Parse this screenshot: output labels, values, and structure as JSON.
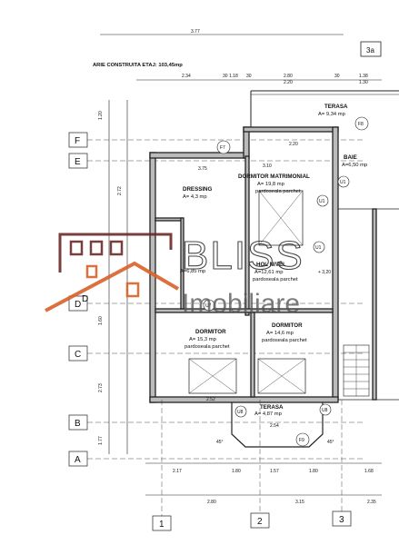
{
  "header": {
    "etaj_title": "ARIE CONSTRUITA ETAJ: 103,45mp",
    "label_3a": "3a"
  },
  "grid": {
    "rows": [
      "F",
      "E",
      "D",
      "C",
      "B",
      "A"
    ],
    "cols": [
      "1",
      "2",
      "3"
    ]
  },
  "rooms": {
    "dormitor_matrimonial": {
      "name": "DORMITOR MATRIMONIAL",
      "area": "A= 19,8 mp",
      "floor": "pardoseala parchet"
    },
    "dressing": {
      "name": "DRESSING",
      "area": "A= 4,3 mp"
    },
    "hol_nivel": {
      "name": "HOL NIVEL",
      "area": "A=12,61 mp",
      "floor": "pardoseala parchet"
    },
    "baie_mica": {
      "area": "A=6,85 mp"
    },
    "dormitor_1": {
      "name": "DORMITOR",
      "area": "A= 15,3 mp",
      "floor": "pardoseala parchet"
    },
    "dormitor_2": {
      "name": "DORMITOR",
      "area": "A= 14,6 mp",
      "floor": "pardoseala parchet"
    },
    "terasa_sus": {
      "name": "TERASA",
      "area": "A= 9,34 mp"
    },
    "terasa_jos": {
      "name": "TERASA",
      "area": "A= 4,87 mp"
    },
    "baie": {
      "name": "BAIE",
      "area": "A=6,50 mp"
    }
  },
  "tags": {
    "f7": "F7",
    "f8": "F8",
    "f9": "F9",
    "u1a": "U1",
    "u1b": "U1",
    "u1c": "U1",
    "u7": "U7",
    "u8a": "U8",
    "u8b": "U8",
    "d": "D",
    "level": "+ 3,20"
  },
  "dims": {
    "top_total": "3.77",
    "top1": "2.34",
    "top2": "30",
    "top3": "1.18",
    "top4": "30",
    "top5": "2.80",
    "top6": "2.20",
    "top7": "30",
    "top8": "1.38",
    "top9": "1.30",
    "mid1": "3.75",
    "mid2": "2.20",
    "mid3": "3.10",
    "bot1": "2.17",
    "bot2": "1.80",
    "bot3": "1.57",
    "bot4": "1.80",
    "bot5": "1.68",
    "bot_total1": "2.80",
    "bot_total2": "3.15",
    "bot_total3": "2.35",
    "bot_b1": "2.52",
    "bot_b2": "2.54",
    "angle1": "45°",
    "angle2": "45°",
    "left1": "1.20",
    "left2": "2.72",
    "left3": "1.60",
    "left4": "2.73",
    "left5": "1.77"
  },
  "logo": {
    "name": "BLISS",
    "subtitle": "Imobiliare"
  },
  "colors": {
    "logo_accent": "#d9622b",
    "logo_dark": "#6b2a2a",
    "wall": "#bbbbbb"
  }
}
